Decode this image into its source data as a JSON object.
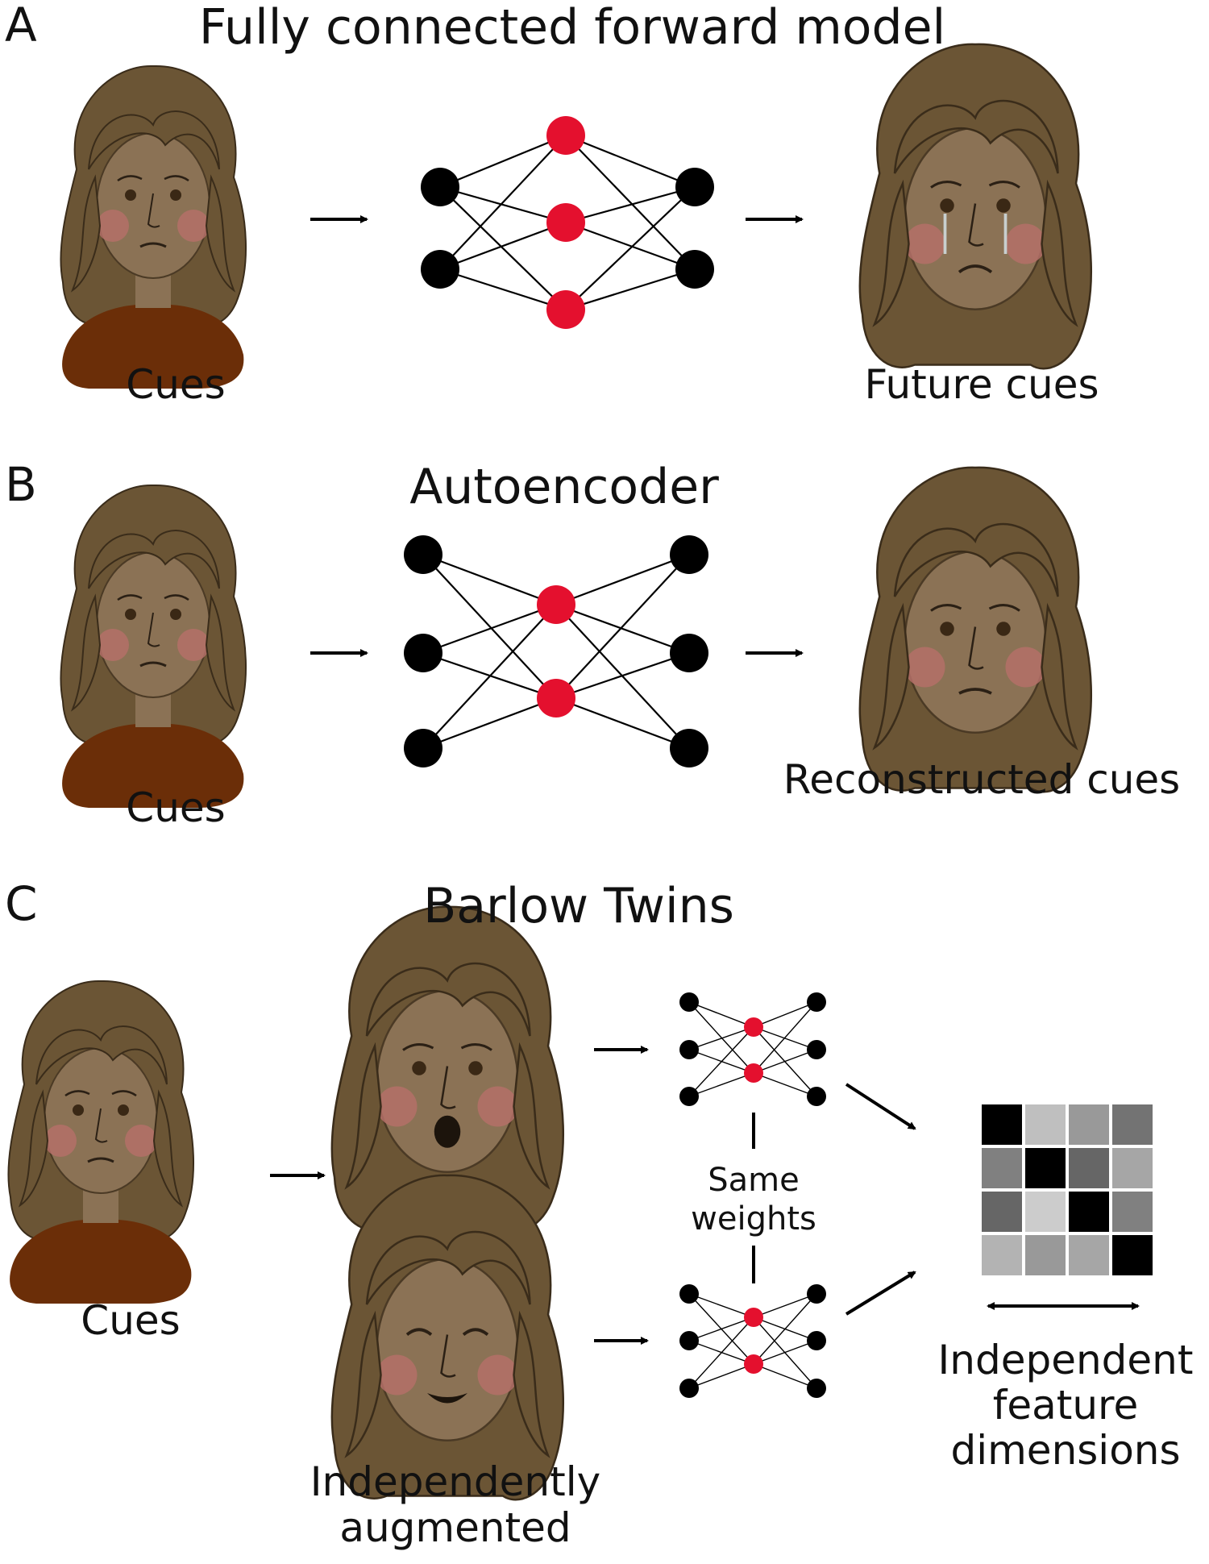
{
  "panels": {
    "a": {
      "letter": "A",
      "title": "Fully connected forward model",
      "input_label": "Cues",
      "output_label": "Future cues"
    },
    "b": {
      "letter": "B",
      "title": "Autoencoder",
      "input_label": "Cues",
      "output_label": "Reconstructed cues"
    },
    "c": {
      "letter": "C",
      "title": "Barlow Twins",
      "input_label": "Cues",
      "augmented_label_line1": "Independently",
      "augmented_label_line2": "augmented",
      "shared_label_line1": "Same",
      "shared_label_line2": "weights",
      "matrix_label_line1": "Independent",
      "matrix_label_line2": "feature",
      "matrix_label_line3": "dimensions"
    }
  },
  "colors": {
    "node_black": "#000000",
    "node_red": "#e4102e",
    "hair": "#6b5535",
    "hair_dark": "#3a2c1a",
    "skin": "#8b7255",
    "cheek": "#b47068",
    "shirt": "#6b2e08"
  },
  "correlation_matrix": [
    [
      1.0,
      0.25,
      0.4,
      0.55
    ],
    [
      0.5,
      1.0,
      0.6,
      0.35
    ],
    [
      0.6,
      0.2,
      1.0,
      0.5
    ],
    [
      0.3,
      0.4,
      0.35,
      1.0
    ]
  ]
}
